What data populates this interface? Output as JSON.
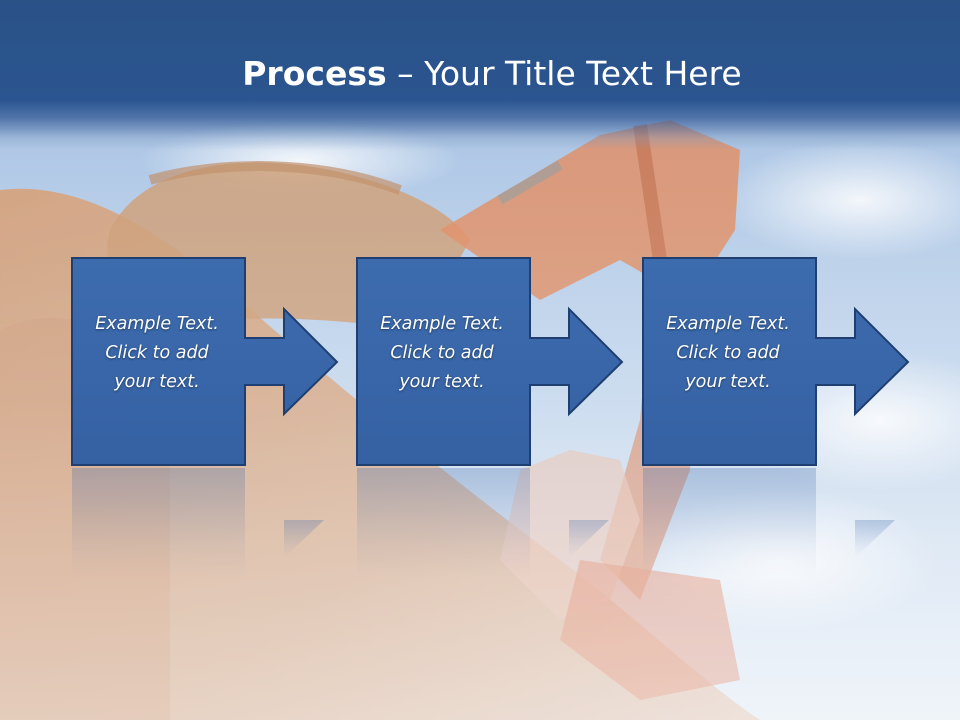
{
  "slide": {
    "title_bold": "Process",
    "title_rest": " – Your Title Text Here"
  },
  "colors": {
    "title_band": "#2b5590",
    "box_fill": "#3a67aa",
    "box_stroke": "#1f3f70",
    "sky": "#9fbfe2",
    "dirt": "#c99a78",
    "machine": "#d9794a"
  },
  "steps": [
    {
      "line1": "Example Text.",
      "line2": "Click  to add",
      "line3": "your text."
    },
    {
      "line1": "Example Text.",
      "line2": "Click  to add",
      "line3": "your text."
    },
    {
      "line1": "Example Text.",
      "line2": "Click  to add",
      "line3": "your text."
    }
  ],
  "background": {
    "picture": "excavator-photo"
  }
}
